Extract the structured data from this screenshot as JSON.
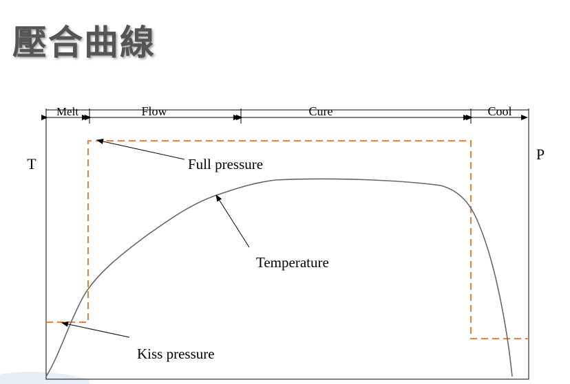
{
  "title": "壓合曲線",
  "axis_left_label": "T",
  "axis_right_label": "P",
  "phases": [
    "Melt",
    "Flow",
    "Cure",
    "Cool"
  ],
  "annotations": {
    "full_pressure": "Full pressure",
    "temperature": "Temperature",
    "kiss_pressure": "Kiss pressure"
  },
  "colors": {
    "pressure_line": "#ee7d31",
    "temperature_line": "#666666",
    "frame": "#000000",
    "title": "#555555"
  },
  "icons": [
    "arrow-icon"
  ]
}
